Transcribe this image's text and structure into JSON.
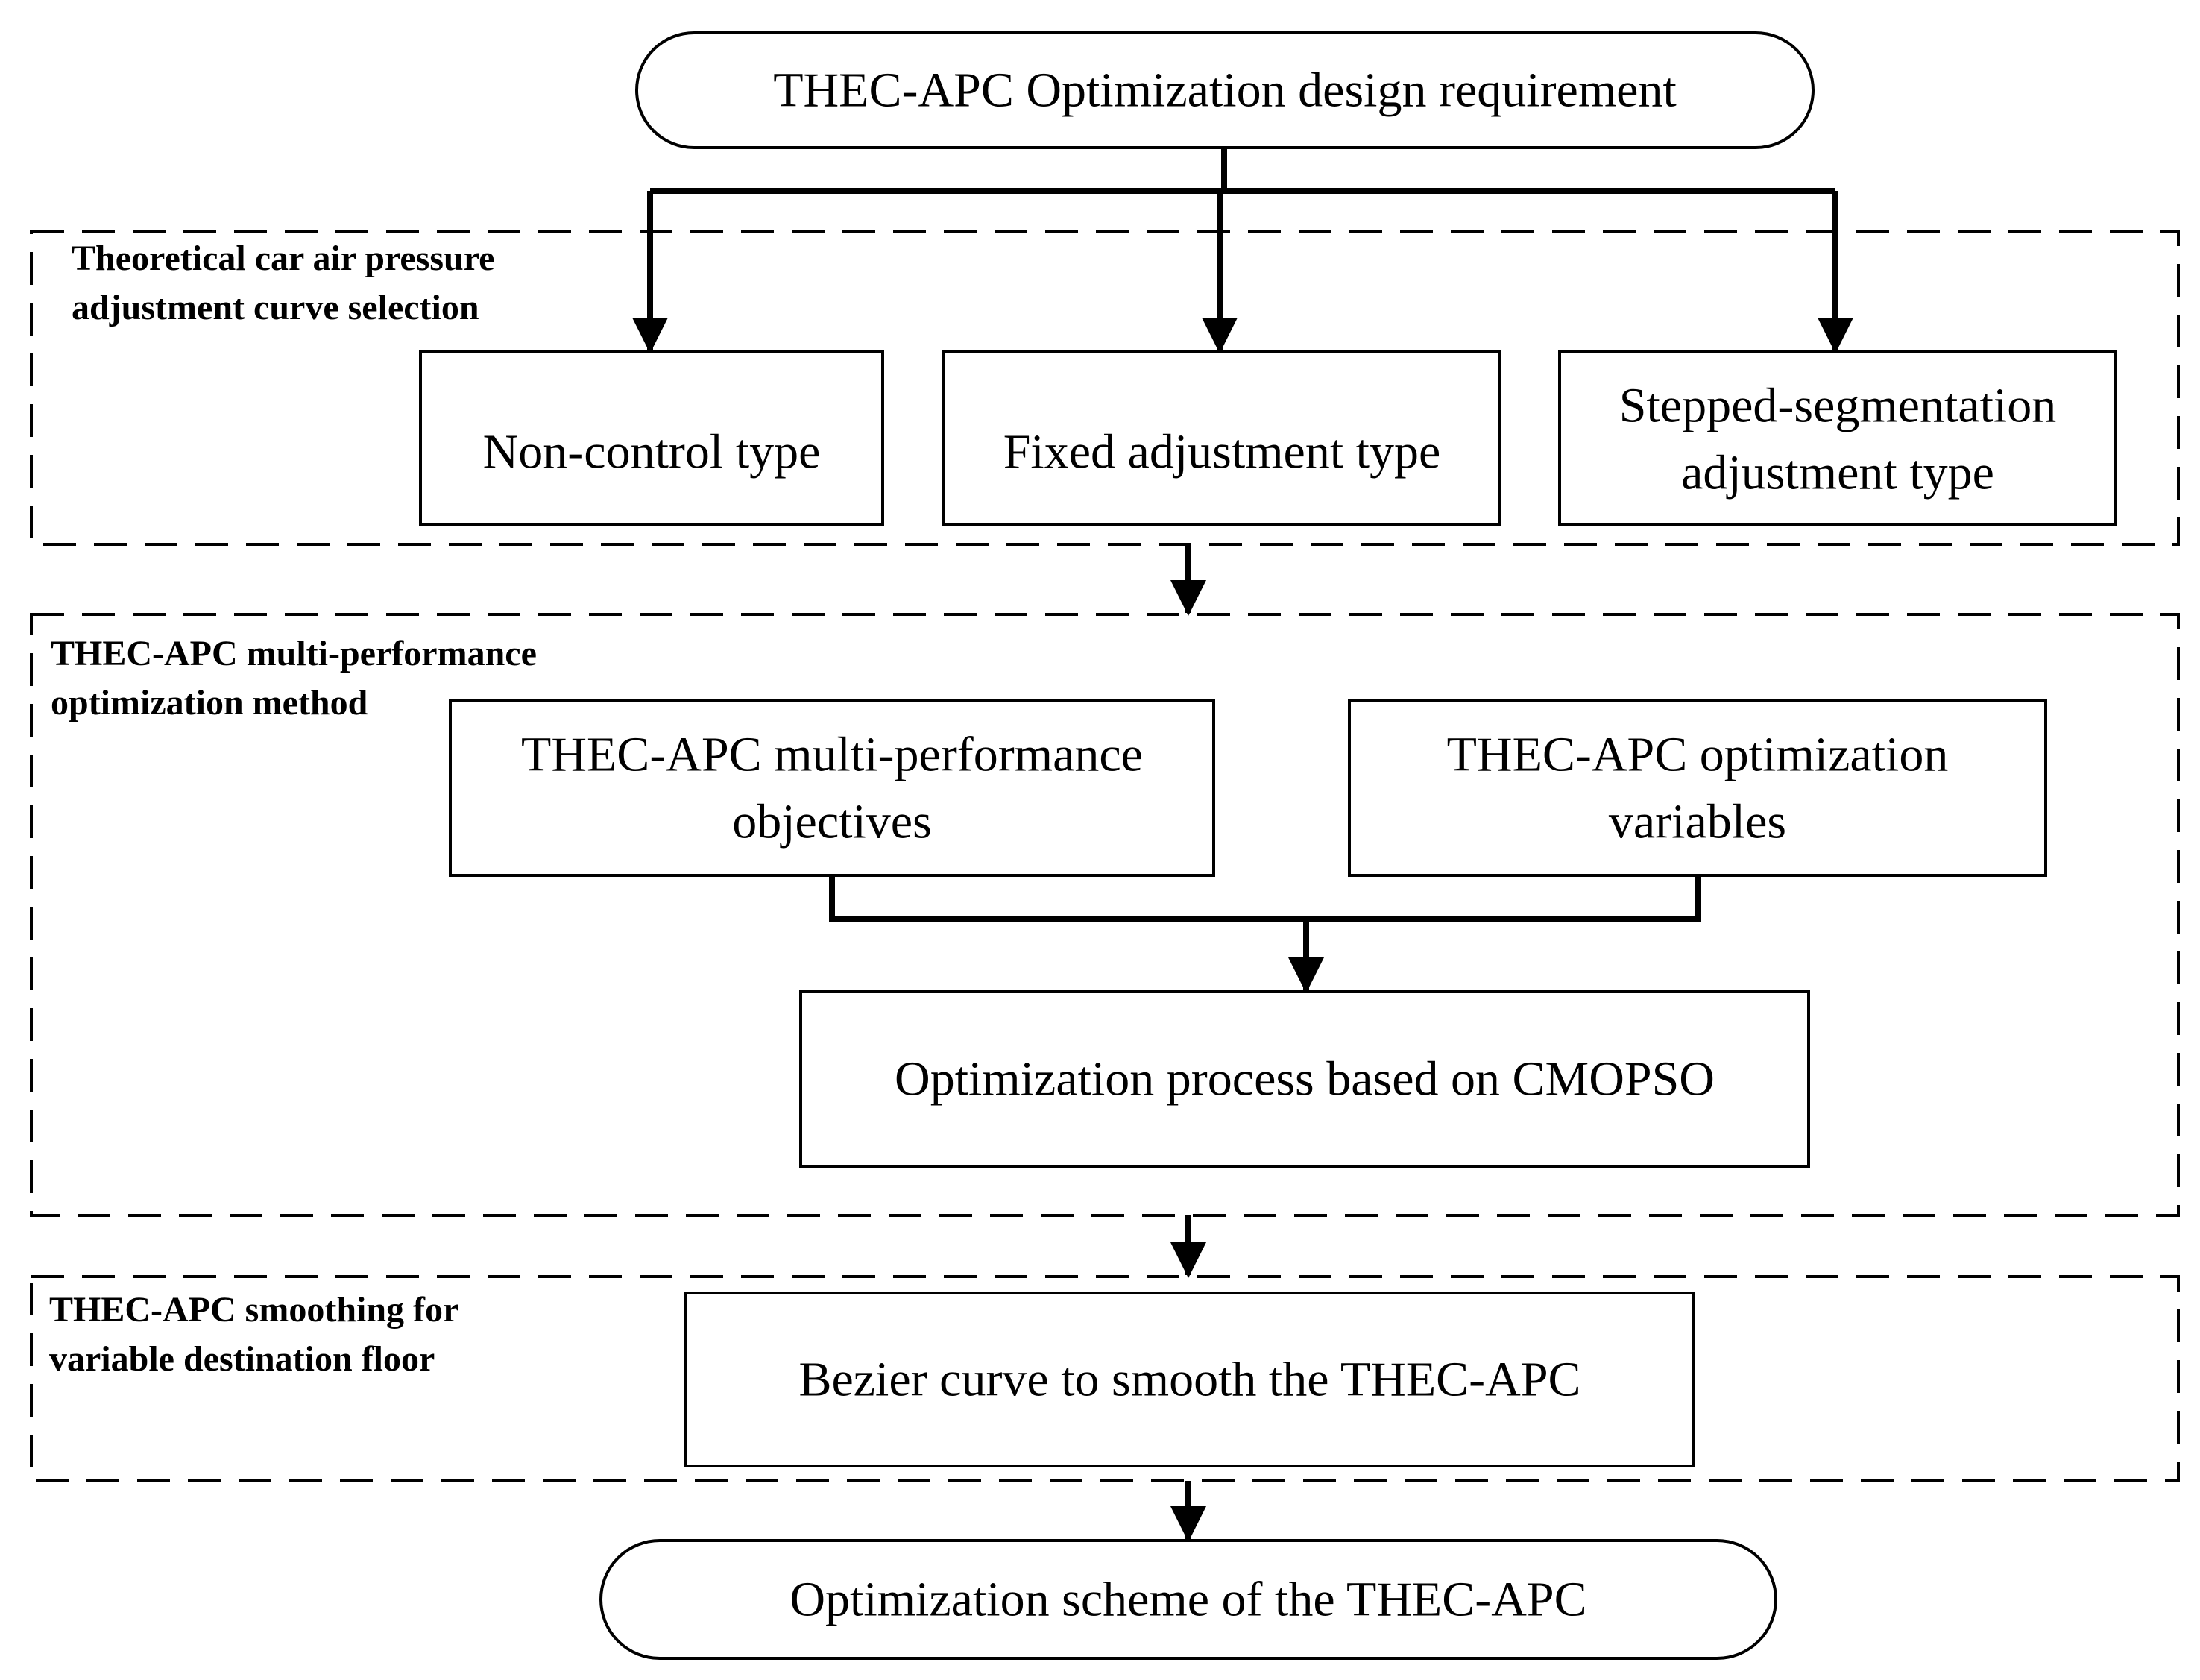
{
  "nodes": {
    "start": "THEC-APC Optimization design requirement",
    "non_control": "Non-control type",
    "fixed": "Fixed adjustment type",
    "stepped_line1": "Stepped-segmentation",
    "stepped_line2": "adjustment type",
    "objectives_line1": "THEC-APC multi-performance",
    "objectives_line2": "objectives",
    "variables_line1": "THEC-APC optimization",
    "variables_line2": "variables",
    "cmopso": "Optimization process based on CMOPSO",
    "bezier": "Bezier curve  to smooth the THEC-APC",
    "end": "Optimization scheme of the THEC-APC"
  },
  "groups": {
    "selection_line1": "Theoretical car air pressure",
    "selection_line2": "adjustment curve selection",
    "method_line1": "THEC-APC multi-performance",
    "method_line2": "optimization method",
    "smoothing_line1": "THEC-APC smoothing for",
    "smoothing_line2": "variable destination floor"
  },
  "colors": {
    "stroke": "#000000",
    "background": "#ffffff"
  }
}
